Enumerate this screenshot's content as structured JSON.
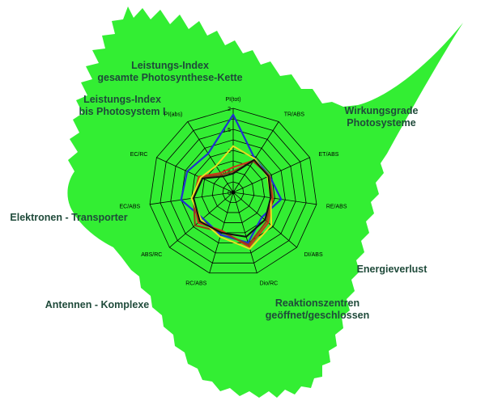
{
  "region_labels": {
    "pi_total": [
      "Leistungs-Index",
      "gesamte Photosynthese-Kette"
    ],
    "pi_ps1": [
      "Leistungs-Index",
      "bis Photosystem I"
    ],
    "efficiency": [
      "Wirkungsgrade",
      "Photosysteme"
    ],
    "electron_transport": [
      "Elektronen - Transporter"
    ],
    "energy_loss": [
      "Energieverlust"
    ],
    "antennas": [
      "Antennen - Komplexe"
    ],
    "reaction_centers": [
      "Reaktionszentren",
      "geöffnet/geschlossen"
    ]
  },
  "colors": {
    "leaf": "#33ee33",
    "grid": "#000000",
    "label_text": "#1f4a3a"
  },
  "chart_data": {
    "type": "radar",
    "axes": [
      "PI(tot)",
      "TR/ABS",
      "ET/ABS",
      "RE/ABS",
      "DI/ABS",
      "Dio/RC",
      "RC/ABS",
      "ABS/RC",
      "EC/ABS",
      "EC/RC",
      "PI(abs)"
    ],
    "tick_values": [
      0,
      0.5,
      1,
      1.5,
      2
    ],
    "tick_labels": [
      "0",
      "0.5",
      "1",
      "1.5",
      "2"
    ],
    "rlim": [
      0,
      2
    ],
    "series": [
      {
        "color": "#2030d0",
        "values": [
          1.85,
          0.95,
          0.95,
          1.15,
          0.9,
          1.25,
          1.05,
          0.95,
          1.25,
          1.2,
          1.1
        ]
      },
      {
        "color": "#d03018",
        "values": [
          0.6,
          0.9,
          0.95,
          0.95,
          1.1,
          1.35,
          0.95,
          1.1,
          0.95,
          0.9,
          0.55
        ]
      },
      {
        "color": "#9a3a18",
        "values": [
          0.5,
          0.88,
          0.95,
          0.92,
          1.05,
          1.3,
          0.98,
          1.2,
          0.95,
          0.85,
          0.5
        ]
      },
      {
        "color": "#e8e020",
        "values": [
          1.1,
          0.95,
          0.9,
          0.9,
          1.2,
          1.4,
          1.1,
          1.0,
          1.0,
          0.85,
          0.75
        ]
      },
      {
        "color": "#101010",
        "values": [
          0.45,
          0.92,
          0.92,
          0.9,
          1.0,
          1.1,
          1.0,
          1.05,
          0.95,
          0.8,
          0.45
        ]
      }
    ]
  }
}
